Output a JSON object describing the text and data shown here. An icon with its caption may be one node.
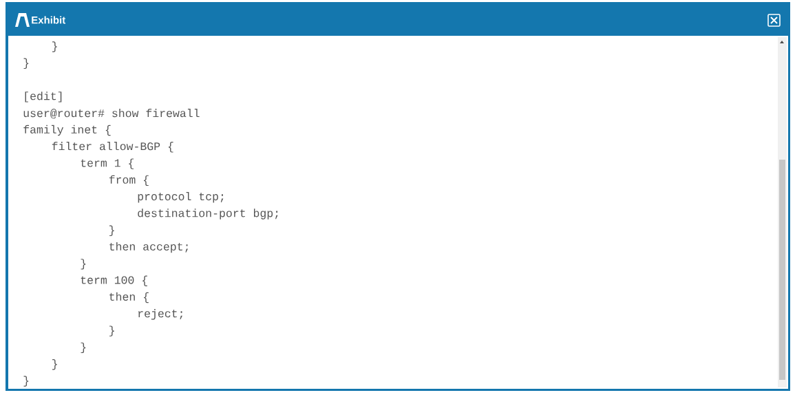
{
  "diagram": {
    "title": "Exhibit",
    "labels": [
      "}",
      "}",
      "[edit]",
      "user@router# show firewall",
      "family inet {",
      "filter allow-BGP {",
      "term 1 {",
      "from {",
      "protocol tcp;",
      "destination-port bgp;",
      "}",
      "then accept;",
      "}",
      "term 100 {",
      "then {",
      "reject;",
      "}",
      "}",
      "}",
      "}"
    ]
  }
}
